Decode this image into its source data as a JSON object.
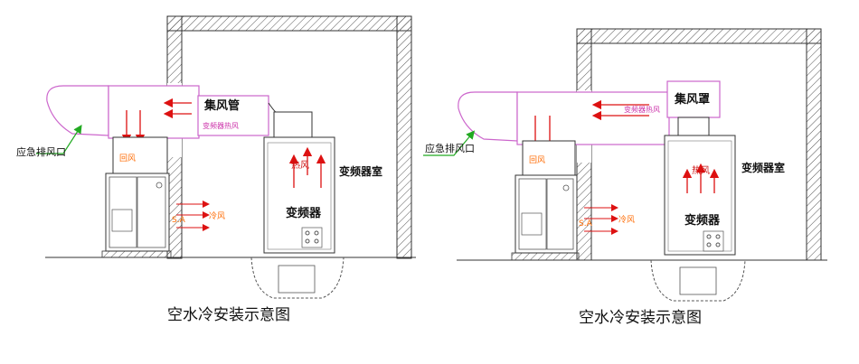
{
  "panels": [
    {
      "collector": "集风管",
      "collector_note": "变频器热风",
      "emergency": "应急排风口",
      "room": "变频器室",
      "device": "变频器",
      "hot_air": "热风",
      "cold_air": "冷风",
      "return_air": "回风",
      "supply_air": "S.A",
      "caption": "空水冷安装示意图"
    },
    {
      "collector": "集风罩",
      "collector_note": "变频器热风",
      "emergency": "应急排风口",
      "room": "变频器室",
      "device": "变频器",
      "hot_air": "热风",
      "cold_air": "冷风",
      "return_air": "回风",
      "supply_air": "S.A",
      "caption": "空水冷安装示意图"
    }
  ],
  "colors": {
    "line": "#333333",
    "duct": "#cc66cc",
    "arrow_red": "#dd1111",
    "arrow_green": "#22aa22",
    "arrow_orange": "#ff6a00",
    "leader_yellow": "#e8d400"
  }
}
